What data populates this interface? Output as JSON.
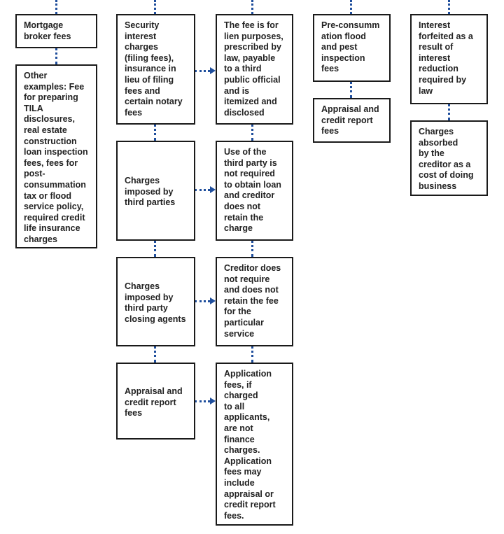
{
  "colors": {
    "box_border": "#1a1a1a",
    "connector": "#1f4e9c",
    "text": "#222222"
  },
  "boxes": {
    "mortgage_broker_fees": "Mortgage\nbroker fees",
    "other_examples": "Other\nexamples: Fee\nfor preparing\nTILA\ndisclosures,\nreal estate\nconstruction\nloan inspection\nfees, fees for\npost-\nconsummation\ntax or flood\nservice policy,\nrequired credit\nlife insurance\ncharges",
    "security_interest": "Security\ninterest\ncharges\n(filing fees),\ninsurance in\nlieu of filing\nfees and\ncertain notary\nfees",
    "fee_lien_purposes": "The fee is for\nlien purposes,\nprescribed by\nlaw, payable\nto a third\npublic official\nand is\nitemized and\ndisclosed",
    "charges_third_parties": "Charges\nimposed by\nthird parties",
    "use_third_party": "Use of the\nthird party is\nnot required\nto obtain loan\nand creditor\ndoes not\nretain the\ncharge",
    "charges_closing_agents": "Charges\nimposed by\nthird party\nclosing agents",
    "creditor_not_require": "Creditor does\nnot require\nand does not\nretain the fee\nfor the\nparticular\nservice",
    "appraisal_credit_left": "Appraisal and\ncredit report\nfees",
    "application_fees": "Application\nfees, if\ncharged\nto all\napplicants,\nare not\nfinance\ncharges.\nApplication\nfees may\ninclude\nappraisal or\ncredit report\nfees.",
    "pre_consummation": "Pre-consumm\nation flood\nand pest\ninspection\nfees",
    "appraisal_credit_right": "Appraisal and\ncredit report\nfees",
    "interest_forfeited": "Interest\nforfeited as a\nresult of\ninterest\nreduction\nrequired by\nlaw",
    "charges_absorbed": "Charges\nabsorbed\nby the\ncreditor as a\ncost of doing\nbusiness"
  }
}
